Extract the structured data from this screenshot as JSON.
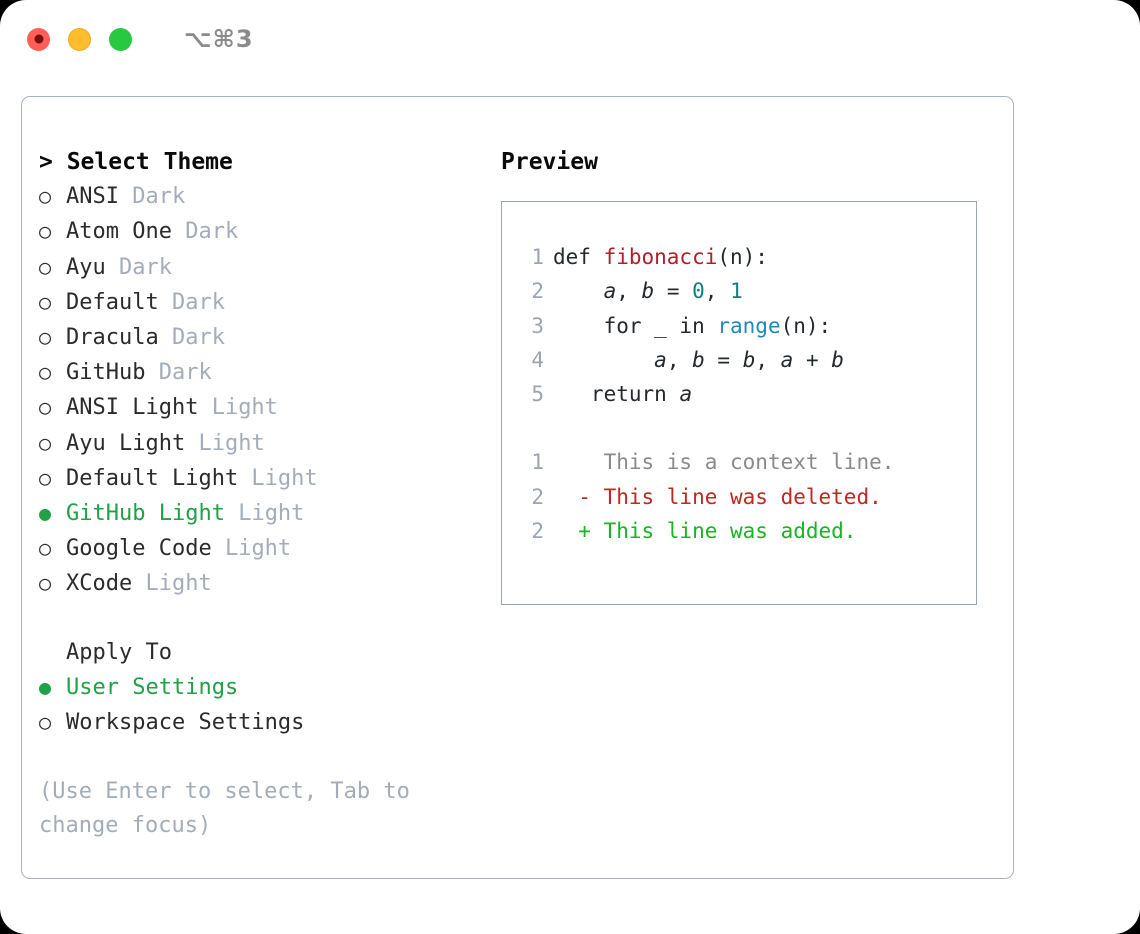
{
  "window": {
    "shortcut": "⌥⌘3",
    "traffic_lights": [
      {
        "name": "close",
        "color": "#ff5f57"
      },
      {
        "name": "minimize",
        "color": "#ffbd2e"
      },
      {
        "name": "maximize",
        "color": "#28c840"
      }
    ]
  },
  "theme_panel": {
    "title": "> Select Theme",
    "selected_theme": "GitHub Light",
    "marker_unselected": "○",
    "marker_selected": "●",
    "accent_color": "#22a045",
    "muted_color": "#a3adba",
    "items": [
      {
        "marker": "○",
        "label": "ANSI",
        "suffix": "Dark",
        "selected": false
      },
      {
        "marker": "○",
        "label": "Atom One",
        "suffix": "Dark",
        "selected": false
      },
      {
        "marker": "○",
        "label": "Ayu",
        "suffix": "Dark",
        "selected": false
      },
      {
        "marker": "○",
        "label": "Default",
        "suffix": "Dark",
        "selected": false
      },
      {
        "marker": "○",
        "label": "Dracula",
        "suffix": "Dark",
        "selected": false
      },
      {
        "marker": "○",
        "label": "GitHub",
        "suffix": "Dark",
        "selected": false
      },
      {
        "marker": "○",
        "label": "ANSI Light",
        "suffix": "Light",
        "selected": false
      },
      {
        "marker": "○",
        "label": "Ayu Light",
        "suffix": "Light",
        "selected": false
      },
      {
        "marker": "○",
        "label": "Default Light",
        "suffix": "Light",
        "selected": false
      },
      {
        "marker": "●",
        "label": "GitHub Light",
        "suffix": "Light",
        "selected": true
      },
      {
        "marker": "○",
        "label": "Google Code",
        "suffix": "Light",
        "selected": false
      },
      {
        "marker": "○",
        "label": "XCode",
        "suffix": "Light",
        "selected": false
      }
    ]
  },
  "apply_to": {
    "heading": "Apply To",
    "selected": "User Settings",
    "items": [
      {
        "marker": "●",
        "label": "User Settings",
        "selected": true
      },
      {
        "marker": "○",
        "label": "Workspace Settings",
        "selected": false
      }
    ]
  },
  "hint": "(Use Enter to select, Tab to change focus)",
  "preview": {
    "title": "Preview",
    "code_lines": [
      {
        "num": "1",
        "tokens": [
          {
            "t": "def ",
            "c": "tok-def"
          },
          {
            "t": "fibonacci",
            "c": "tok-fn"
          },
          {
            "t": "(n):",
            "c": "tok-plain"
          }
        ]
      },
      {
        "num": "2",
        "tokens": [
          {
            "t": "    ",
            "c": "tok-plain"
          },
          {
            "t": "a",
            "c": "tok-var"
          },
          {
            "t": ", ",
            "c": "tok-plain"
          },
          {
            "t": "b",
            "c": "tok-var"
          },
          {
            "t": " = ",
            "c": "tok-plain"
          },
          {
            "t": "0",
            "c": "tok-num"
          },
          {
            "t": ", ",
            "c": "tok-plain"
          },
          {
            "t": "1",
            "c": "tok-num"
          }
        ]
      },
      {
        "num": "3",
        "tokens": [
          {
            "t": "    for _ in ",
            "c": "tok-plain"
          },
          {
            "t": "range",
            "c": "tok-call"
          },
          {
            "t": "(n):",
            "c": "tok-plain"
          }
        ]
      },
      {
        "num": "4",
        "tokens": [
          {
            "t": "        ",
            "c": "tok-plain"
          },
          {
            "t": "a",
            "c": "tok-var"
          },
          {
            "t": ", ",
            "c": "tok-plain"
          },
          {
            "t": "b",
            "c": "tok-var"
          },
          {
            "t": " = ",
            "c": "tok-plain"
          },
          {
            "t": "b",
            "c": "tok-var"
          },
          {
            "t": ", ",
            "c": "tok-plain"
          },
          {
            "t": "a",
            "c": "tok-var"
          },
          {
            "t": " + ",
            "c": "tok-plain"
          },
          {
            "t": "b",
            "c": "tok-var"
          }
        ]
      },
      {
        "num": "5",
        "tokens": [
          {
            "t": "   return ",
            "c": "tok-plain"
          },
          {
            "t": "a",
            "c": "tok-var"
          }
        ]
      }
    ],
    "diff_lines": [
      {
        "num": "1",
        "sign": " ",
        "text": "This is a context line.",
        "kind": "diff-ctx"
      },
      {
        "num": "2",
        "sign": "-",
        "text": "This line was deleted.",
        "kind": "diff-del"
      },
      {
        "num": "2",
        "sign": "+",
        "text": "This line was added.",
        "kind": "diff-add"
      }
    ]
  }
}
